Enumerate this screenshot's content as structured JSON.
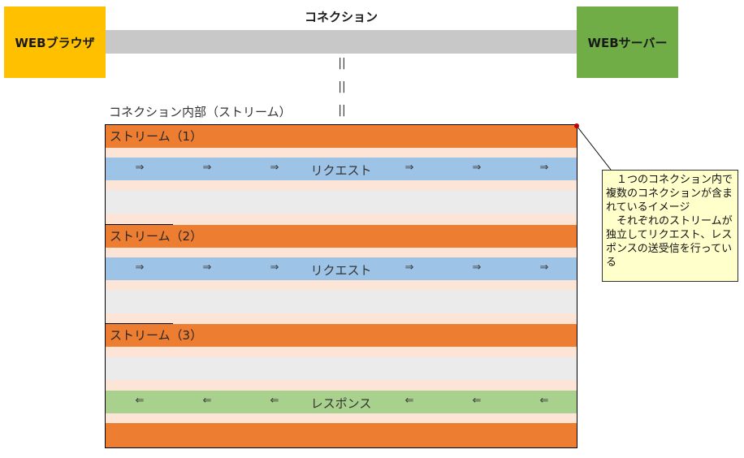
{
  "browser": {
    "label": "WEBブラウザ"
  },
  "server": {
    "label": "WEBサーバー"
  },
  "connection": {
    "title": "コネクション",
    "separator": "||"
  },
  "inner": {
    "label": "コネクション内部（ストリーム）"
  },
  "streams": [
    {
      "label": "ストリーム（1）"
    },
    {
      "label": "ストリーム（2）"
    },
    {
      "label": "ストリーム（3）"
    }
  ],
  "flows": {
    "request": {
      "label": "リクエスト",
      "arrow": "⇒"
    },
    "response": {
      "label": "レスポンス",
      "arrow": "⇐"
    }
  },
  "callout": {
    "text": "　１つのコネクション内で複数のコネクションが含まれているイメージ\n　それぞれのストリームが独立してリクエスト、レスポンスの送受信を行っている"
  },
  "colors": {
    "browser": "#ffc000",
    "server": "#70ad47",
    "connection": "#c8c8c8",
    "stream": "#ed7d31",
    "request": "#9dc3e6",
    "response": "#a9d18e",
    "background": "#fce4d6",
    "callout": "#ffffcc"
  }
}
